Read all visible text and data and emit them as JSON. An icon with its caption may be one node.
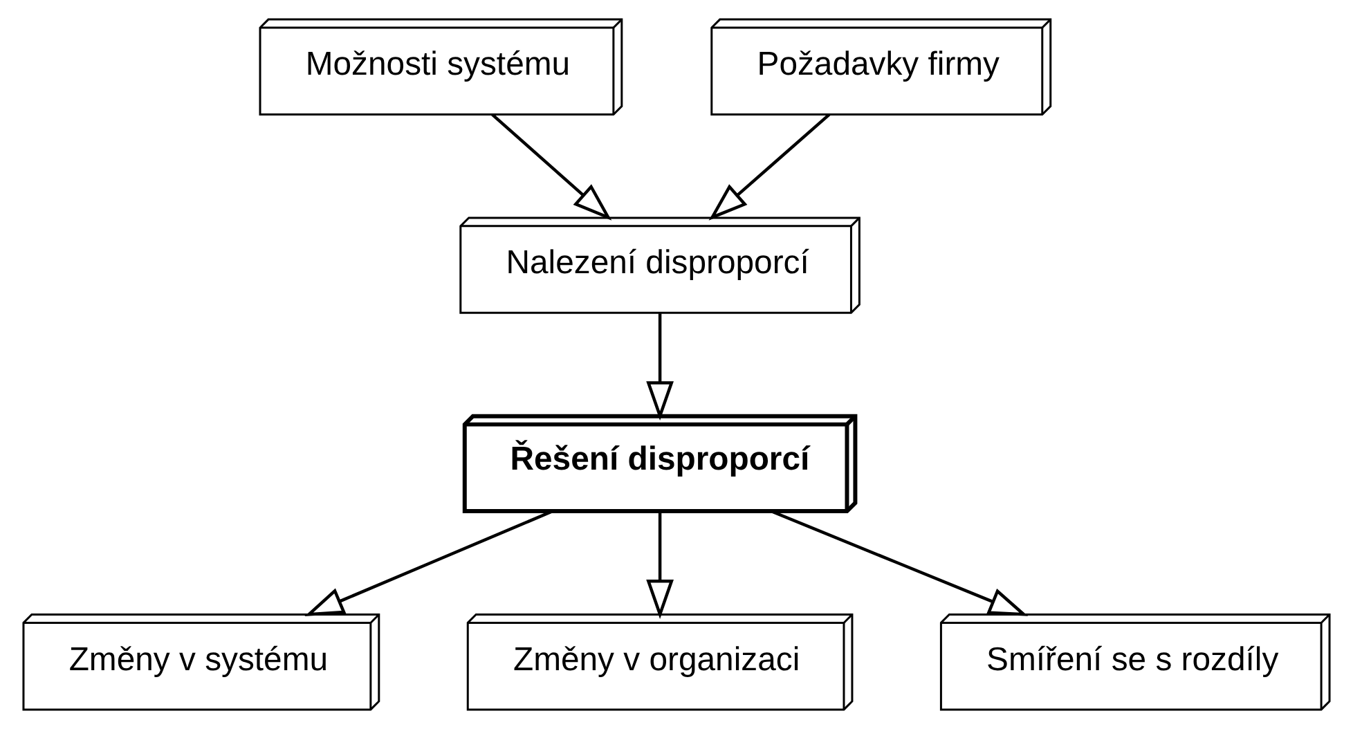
{
  "diagram": {
    "nodes": [
      {
        "text": [
          "Možnosti systému"
        ]
      },
      {
        "text": [
          "Požadavky firmy"
        ]
      },
      {
        "text": [
          "Nalezení disproporcí"
        ]
      },
      {
        "text": [
          "Řešení disproporcí"
        ]
      },
      {
        "text": [
          "Změny v systému"
        ]
      },
      {
        "text": [
          "Změny v organizaci"
        ]
      },
      {
        "text": [
          "Smíření se s rozdíly"
        ]
      }
    ],
    "edges": [
      {
        "from": 0,
        "to": 2,
        "arrow": "to"
      },
      {
        "from": 1,
        "to": 2,
        "arrow": "to"
      },
      {
        "from": 2,
        "to": 3,
        "arrow": "to"
      },
      {
        "from": 3,
        "to": 4,
        "arrow": "to"
      },
      {
        "from": 3,
        "to": 5,
        "arrow": "to"
      },
      {
        "from": 3,
        "to": 6,
        "arrow": "to"
      }
    ]
  }
}
